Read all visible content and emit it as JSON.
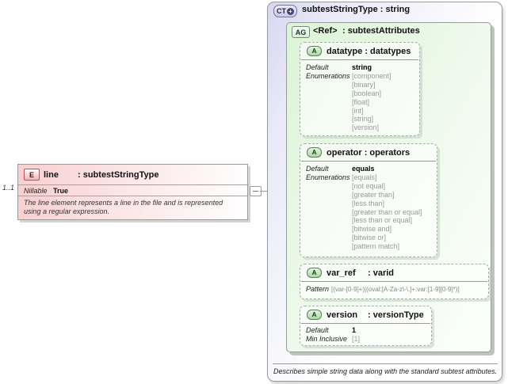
{
  "colors": {
    "element_fill": "#f8cfcf",
    "complex_type_fill": "#d6d6f0",
    "attribute_group_fill": "#dbf4d6",
    "connector": "#9a9a9a",
    "enum_text": "#999999"
  },
  "element": {
    "badge": "E",
    "cardinality": "1..1",
    "name": "line",
    "type": ": subtestStringType",
    "nillable_label": "Nillable",
    "nillable_value": "True",
    "annotation": "The line element represents a line in the file and is represented using a regular expression."
  },
  "complex_type": {
    "badge": "CT",
    "plus": "+",
    "title": "subtestStringType : string",
    "footer": "Describes simple string data along with the standard subtest attributes.",
    "attribute_group": {
      "badge": "AG",
      "name": "<Ref>",
      "type": ": subtestAttributes"
    },
    "attributes": [
      {
        "badge": "A",
        "name": "datatype",
        "type": ": datatypes",
        "default_label": "Default",
        "default_value": "string",
        "enum_label": "Enumerations",
        "enums": [
          "[component]",
          "[binary]",
          "[boolean]",
          "[float]",
          "[int]",
          "[string]",
          "[version]"
        ]
      },
      {
        "badge": "A",
        "name": "operator",
        "type": ": operators",
        "default_label": "Default",
        "default_value": "equals",
        "enum_label": "Enumerations",
        "enums": [
          "[equals]",
          "[not equal]",
          "[greater than]",
          "[less than]",
          "[greater than or equal]",
          "[less than or equal]",
          "[bitwise and]",
          "[bitwise or]",
          "[pattern match]"
        ]
      },
      {
        "badge": "A",
        "name": "var_ref",
        "type": ": varid",
        "pattern_label": "Pattern",
        "pattern_value": "[(var-[0-9]+)|(oval:[A-Za-z\\-\\.]+:var:[1-9][0-9]*)]"
      },
      {
        "badge": "A",
        "name": "version",
        "type": ": versionType",
        "default_label": "Default",
        "default_value": "1",
        "min_label": "Min Inclusive",
        "min_value": "[1]"
      }
    ]
  }
}
